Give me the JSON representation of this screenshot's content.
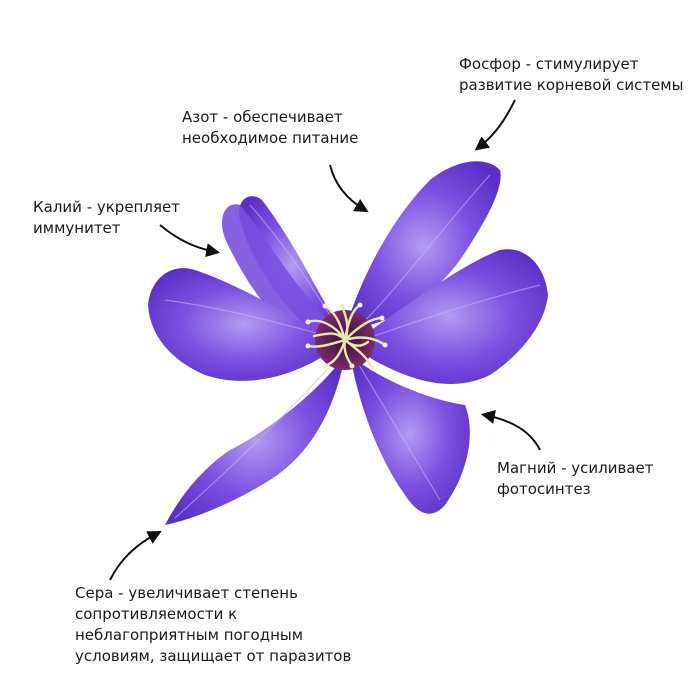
{
  "labels": {
    "phosphorus": {
      "line1": "Фосфор - стимулирует",
      "line2": "развитие корневой системы"
    },
    "nitrogen": {
      "line1": "Азот - обеспечивает",
      "line2": "необходимое питание"
    },
    "potassium": {
      "line1": "Калий - укрепляет",
      "line2": "иммунитет"
    },
    "magnesium": {
      "line1": "Магний - усиливает",
      "line2": "фотосинтез"
    },
    "sulfur": {
      "line1": "Сера - увеличивает степень",
      "line2": "сопротивляемости к",
      "line3": "неблагоприятным погодным",
      "line4": "условиям, защищает от паразитов"
    }
  },
  "colors": {
    "petal_main": "#7b4fe0",
    "petal_dark": "#5a2fc4",
    "petal_light": "#a98af0",
    "stamen": "#e8e6b0",
    "center": "#6a1f5c",
    "arrow": "#111111",
    "text": "#1a1a1a"
  }
}
